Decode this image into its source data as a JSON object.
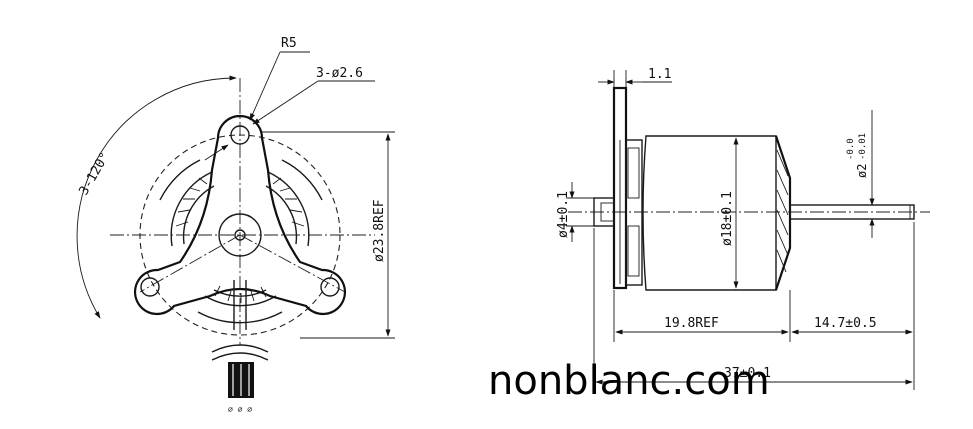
{
  "front_view": {
    "dim_radius": "R5",
    "dim_holes": "3-ø2.6",
    "dim_angle": "3-120°",
    "dim_flange_dia": "ø23.8REF",
    "wire_marks": "⌀ ⌀ ⌀"
  },
  "side_view": {
    "dim_flange_thickness": "1.1",
    "dim_boss_dia": "ø4±0.1",
    "dim_body_dia": "ø18±0.1",
    "dim_shaft_dia": "ø2",
    "dim_shaft_tol_upper": "-0.0",
    "dim_shaft_tol_lower": "-0.01",
    "dim_body_length": "19.8REF",
    "dim_shaft_length": "14.7±0.5",
    "dim_total_length": "37±0.1"
  },
  "watermark": "nonblanc.com",
  "colors": {
    "line": "#1a1a1a",
    "background": "#ffffff"
  }
}
